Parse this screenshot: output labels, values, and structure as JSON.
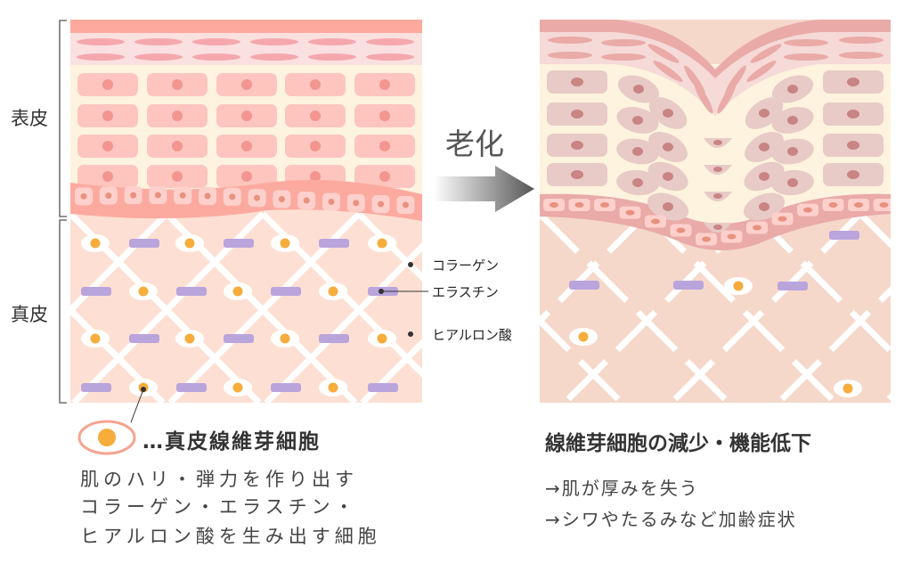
{
  "labels": {
    "epidermis": "表皮",
    "dermis": "真皮",
    "aging": "老化"
  },
  "callouts": {
    "collagen": "コラーゲン",
    "elastin": "エラスチン",
    "hyaluronic": "ヒアルロン酸"
  },
  "legend": {
    "title": "…真皮線維芽細胞",
    "lines": [
      "肌のハリ・弾力を作り出す",
      "コラーゲン・エラスチン・",
      "ヒアルロン酸を生み出す細胞"
    ]
  },
  "right_caption": {
    "title": "線維芽細胞の減少・機能低下",
    "lines": [
      "→肌が厚みを失う",
      "→シワやたるみなど加齢症状"
    ]
  },
  "colors": {
    "fibroblast": "#f6ad3c",
    "elastin": "#b9a4dc",
    "young_dermis": "#fde0d3",
    "aged_dermis": "#f5d8ca"
  }
}
